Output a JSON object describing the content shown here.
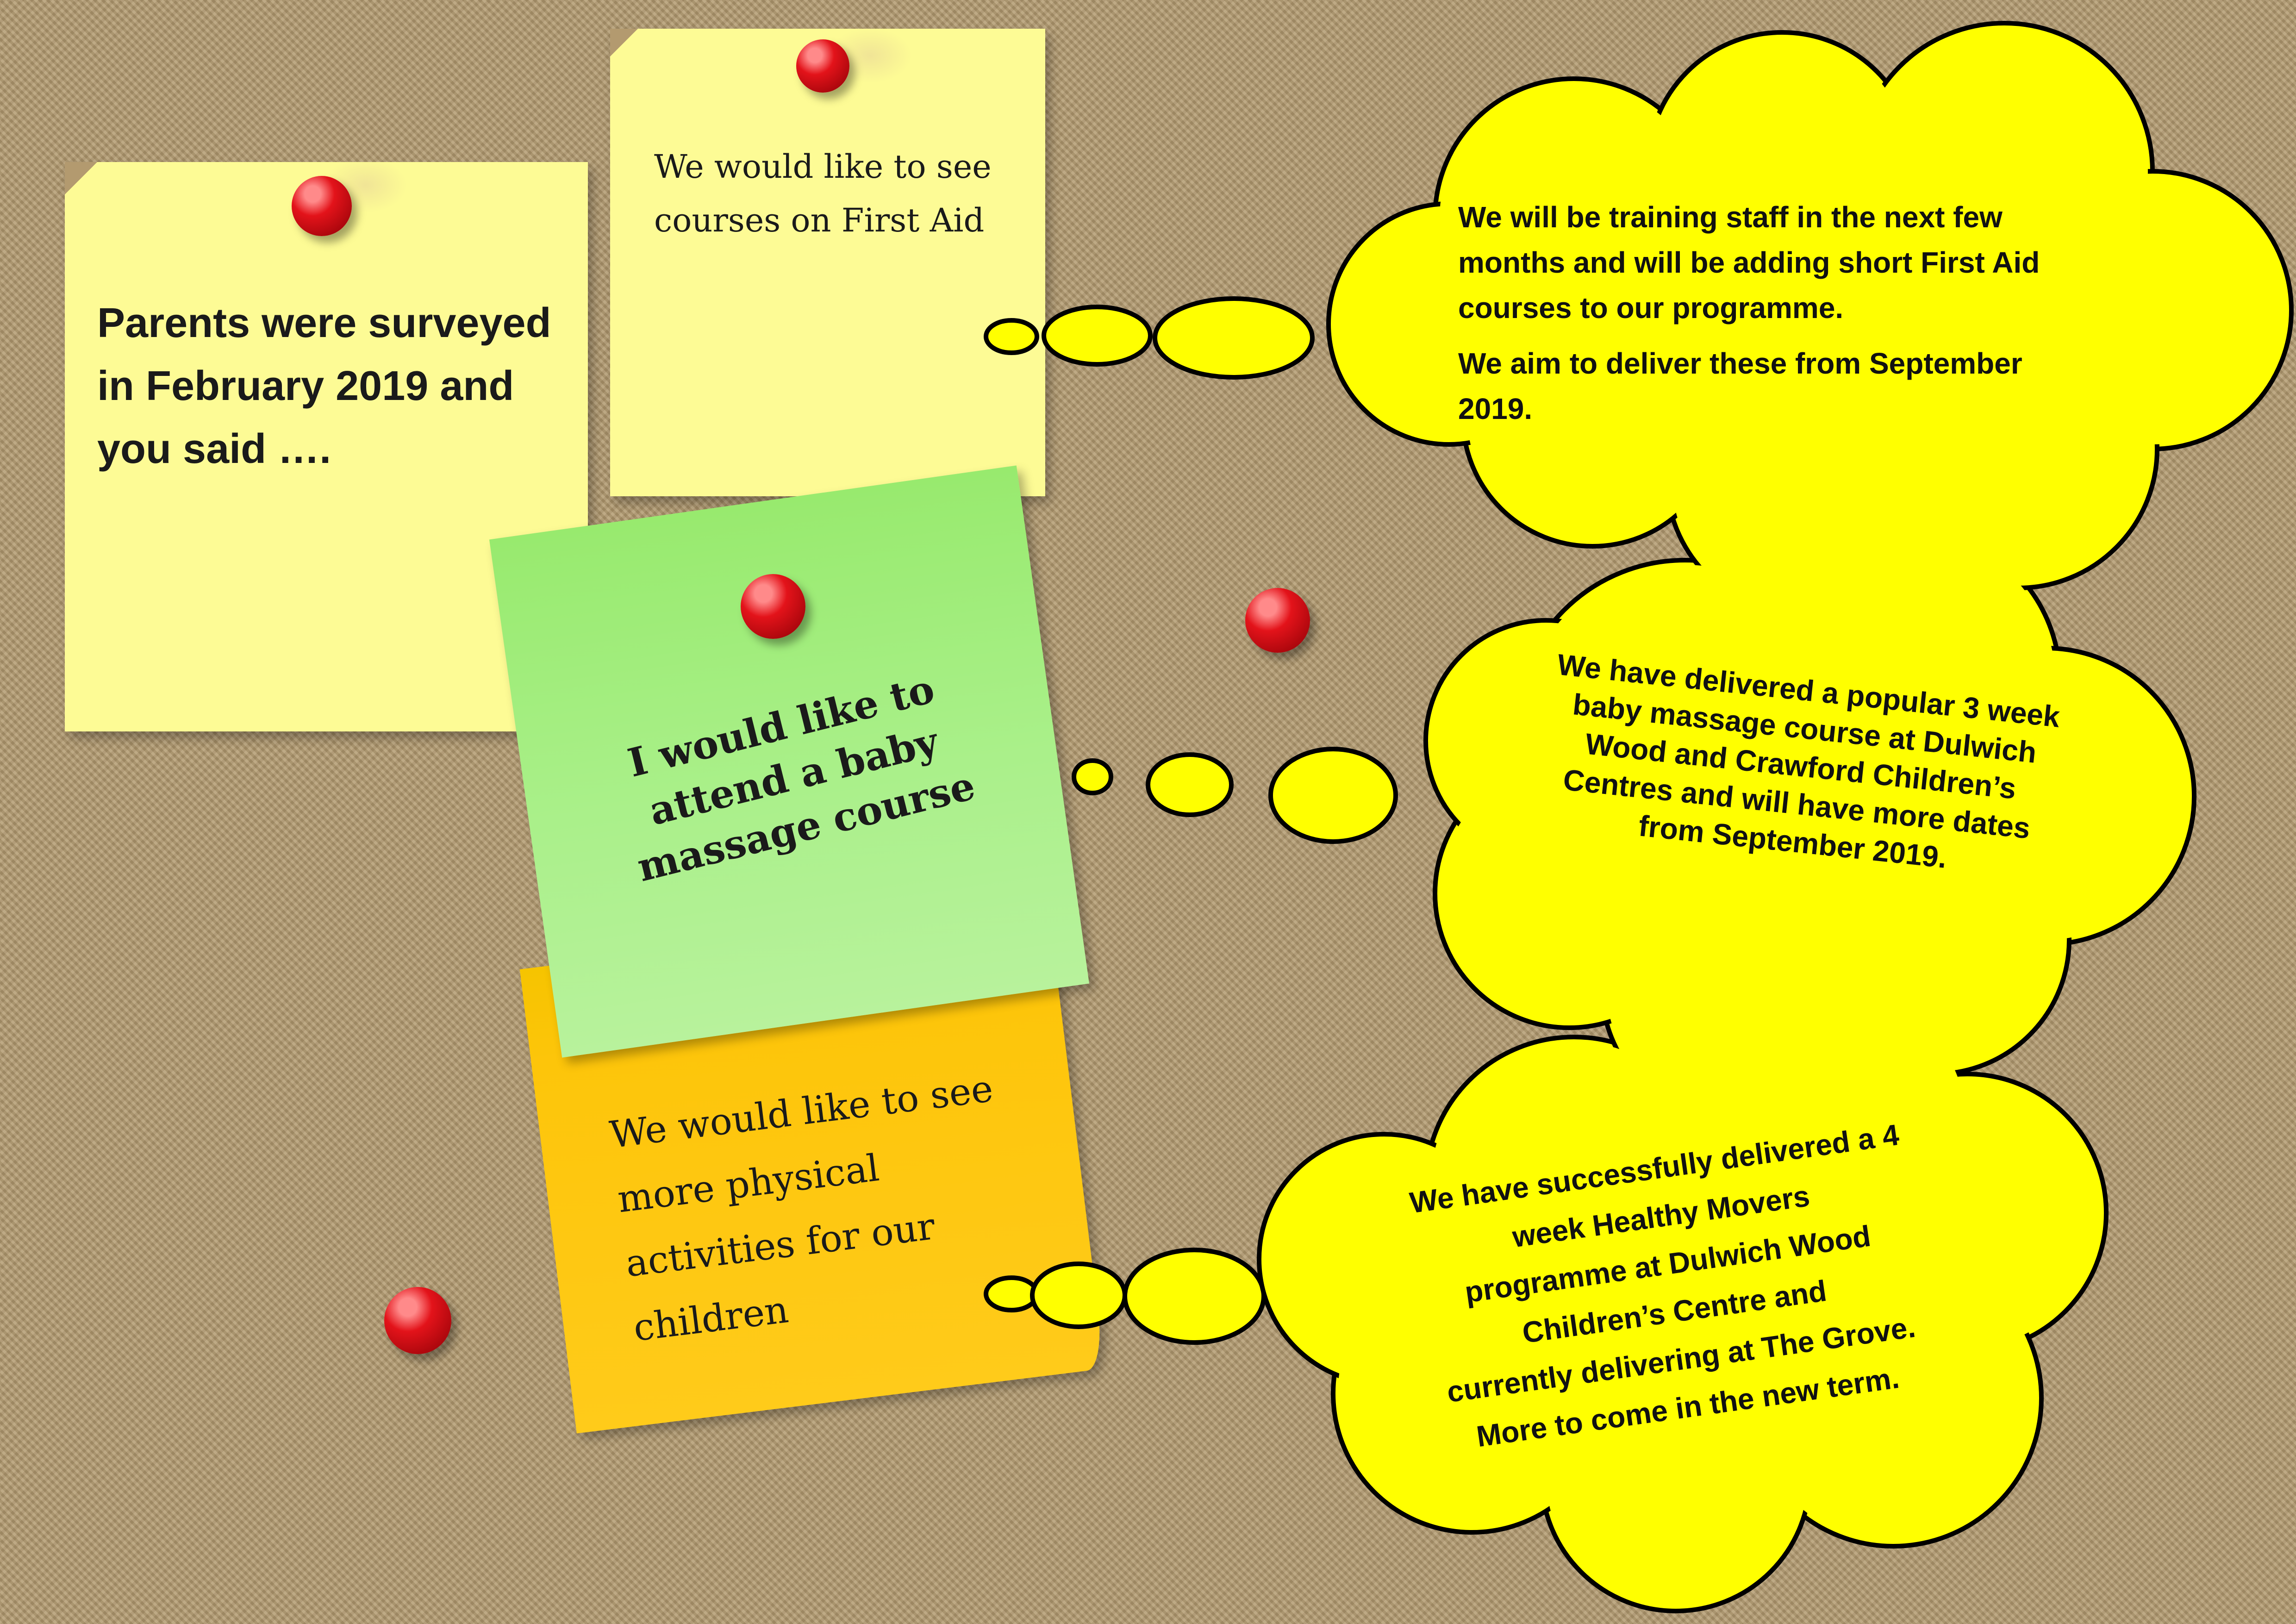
{
  "notes": {
    "intro": "Parents were surveyed in February 2019 and you said ….",
    "first_aid_request": "We would like to see courses on First Aid",
    "baby_massage_request": "I would like to attend a baby massage course",
    "physical_request": "We would like to see more physical activities for our children"
  },
  "responses": {
    "first_aid_p1": "We will be training staff in the next few months and will be adding short First Aid courses to our programme.",
    "first_aid_p2": "We aim to deliver these from September 2019.",
    "baby_massage": "We have delivered a popular 3 week baby massage course at Dulwich Wood and Crawford Children’s Centres and will have more dates from September 2019.",
    "healthy_movers_l1": "We  have successfully delivered a 4",
    "healthy_movers_l2": "week Healthy Movers",
    "healthy_movers_l3": "programme at Dulwich Wood",
    "healthy_movers_l4": "Children’s Centre and",
    "healthy_movers_l5": "currently delivering at The Grove.",
    "healthy_movers_l6": "More to come in the new term."
  },
  "colors": {
    "note_yellow": "#fdfb95",
    "note_green": "#a6ee7e",
    "note_orange": "#fdc50a",
    "cloud_fill": "#ffff00",
    "board": "#b39a6f",
    "pin_red": "#e3131a"
  }
}
